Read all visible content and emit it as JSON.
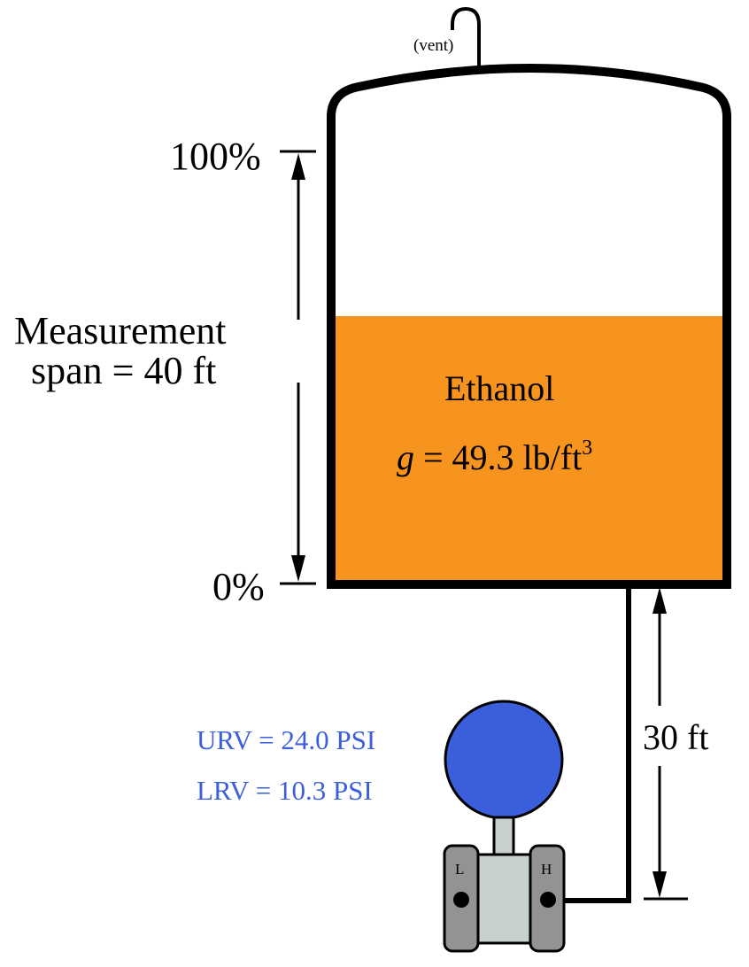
{
  "vent_label": "(vent)",
  "top_percent": "100%",
  "bottom_percent": "0%",
  "measurement_span": {
    "line1": "Measurement",
    "line2": "span = 40 ft"
  },
  "liquid": {
    "name": "Ethanol",
    "density_symbol": "g",
    "density_value": " = 49.3 lb/ft",
    "density_exponent": "3",
    "color": "#F7941D"
  },
  "elevation_label": "30 ft",
  "transmitter": {
    "urv": "URV = 24.0 PSI",
    "lrv": "LRV = 10.3 PSI",
    "low_port": "L",
    "high_port": "H",
    "range_color": "#3B5EDB",
    "head_color": "#3B5EDB"
  }
}
